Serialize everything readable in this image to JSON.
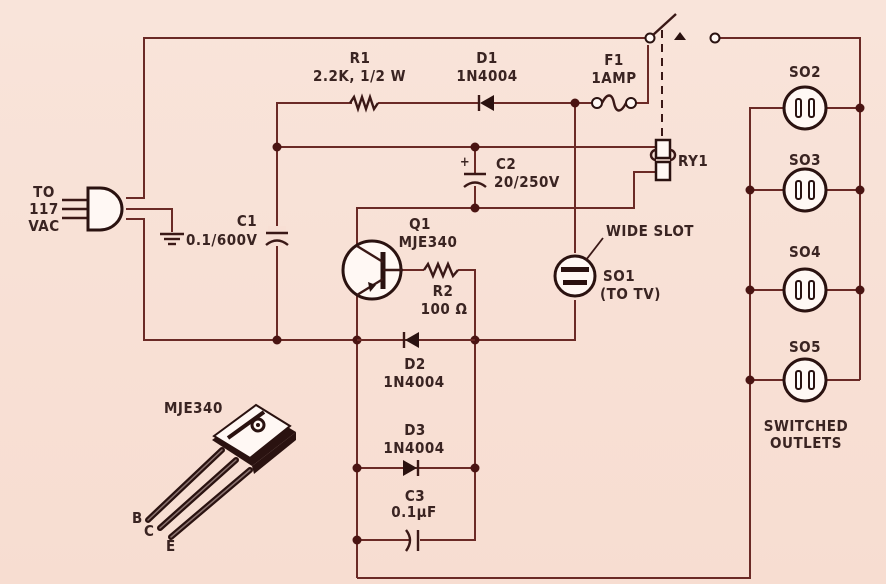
{
  "plug": {
    "label_lines": [
      "TO",
      "117",
      "VAC"
    ]
  },
  "components": {
    "r1": {
      "ref": "R1",
      "value": "2.2K, 1/2 W"
    },
    "d1": {
      "ref": "D1",
      "value": "1N4004"
    },
    "f1": {
      "ref": "F1",
      "value": "1AMP"
    },
    "c1": {
      "ref": "C1",
      "value": "0.1/600V"
    },
    "c2": {
      "ref": "C2",
      "value": "20/250V",
      "polarity": "+"
    },
    "ry1": {
      "ref": "RY1"
    },
    "q1": {
      "ref": "Q1",
      "value": "MJE340"
    },
    "r2": {
      "ref": "R2",
      "value": "100 Ω"
    },
    "d2": {
      "ref": "D2",
      "value": "1N4004"
    },
    "d3": {
      "ref": "D3",
      "value": "1N4004"
    },
    "c3": {
      "ref": "C3",
      "value": "0.1μF"
    },
    "so1": {
      "ref": "SO1",
      "note": "(TO TV)",
      "callout": "WIDE SLOT"
    }
  },
  "outlets": {
    "items": [
      "SO2",
      "SO3",
      "SO4",
      "SO5"
    ],
    "caption_lines": [
      "SWITCHED",
      "OUTLETS"
    ]
  },
  "package": {
    "title": "MJE340",
    "pins": [
      "B",
      "C",
      "E"
    ]
  },
  "colors": {
    "wire": "#6b2a26",
    "symbol": "#3a1816",
    "paper": "#f8dfd4"
  }
}
